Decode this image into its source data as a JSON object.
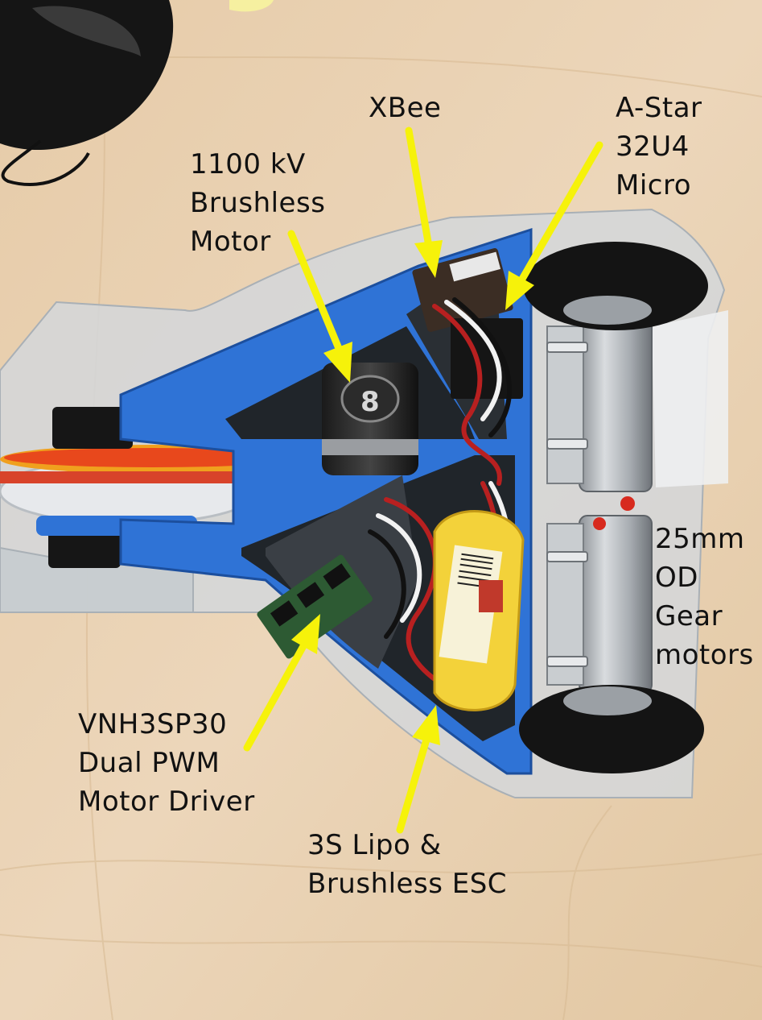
{
  "photo": {
    "subject": "robot-chassis-top-view",
    "colors": {
      "wood": "#e9d2b4",
      "frame_blue": "#2f73d6",
      "arrow": "#f6f20a",
      "acrylic": "#cfd3d6",
      "battery_yellow": "#f3d23a",
      "tire": "#141414"
    }
  },
  "annotations": {
    "brushless_motor": [
      "1100 kV",
      "Brushless",
      "Motor"
    ],
    "xbee": [
      "XBee"
    ],
    "astar": [
      "A-Star",
      "32U4",
      "Micro"
    ],
    "gear_motors": [
      "25mm",
      "OD",
      "Gear",
      "motors"
    ],
    "motor_driver": [
      "VNH3SP30",
      "Dual PWM",
      "Motor Driver"
    ],
    "lipo": [
      "3S Lipo &",
      "Brushless ESC"
    ]
  }
}
